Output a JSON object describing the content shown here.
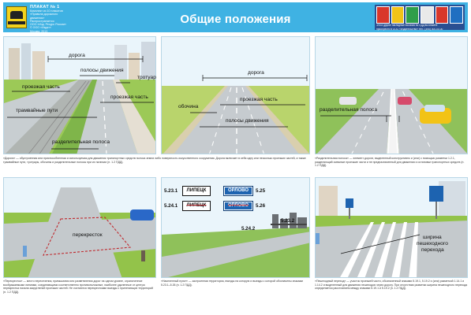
{
  "header": {
    "code": "ПЛАКАТ № 1",
    "info_lines": [
      "Комплект из 10 плакатов",
      "«Правила дорожного",
      "движения»",
      "Распространяется",
      "ООО «Изд. Ресурс России»",
      "© ООО «Издат»",
      "Москва, 2013"
    ],
    "title": "Общие положения",
    "catalog_blurb": [
      "Эти и другие наглядные пособия по ПДД вы можете",
      "приобрести в ООО «Издательство» тел.: (495) 000-00-00"
    ]
  },
  "panels": {
    "p1": {
      "labels": {
        "road": "дорога",
        "lanes": "полосы движения",
        "sidewalk": "тротуар",
        "carriageway_left": "проезжая часть",
        "carriageway_right": "проезжая часть",
        "tram": "трамвайные пути",
        "divider": "разделительная полоса"
      },
      "caption": "«Дорога» — обустроенная или приспособленная и используемая для движения транспортных средств полоса земли либо поверхность искусственного сооружения. Дорога включает в себя одну или несколько проезжих частей, а также трамвайные пути, тротуары, обочины и разделительные полосы при их наличии (п. 1.2 ПДД)."
    },
    "p2": {
      "labels": {
        "road": "дорога",
        "shoulder": "обочина",
        "carriageway": "проезжая часть",
        "lanes": "полосы движения"
      }
    },
    "p3": {
      "labels": {
        "divider": "разделительная полоса"
      },
      "caption": "«Разделительная полоса» — элемент дороги, выделенный конструктивно и (или) с помощью разметки 1.2.1, разделяющий смежные проезжие части и не предназначенный для движения и остановки транспортных средств (п. 1.2 ПДД)."
    },
    "p4": {
      "labels": {
        "intersection": "перекресток"
      },
      "caption": "«Перекресток» — место пересечения, примыкания или разветвления дорог на одном уровне, ограниченное воображаемыми линиями, соединяющими соответственно противоположные, наиболее удаленные от центра перекрестка начала закруглений проезжих частей. Не считаются перекрестками выезды с прилегающих территорий (п. 1.2 ПДД)."
    },
    "p5": {
      "signs": {
        "s1_num": "5.23.1",
        "s1_text": "ЛИПЕЦК",
        "s2_num": "5.25",
        "s2_text": "ОРЛОВО",
        "s3_num": "5.24.1",
        "s3_text": "ЛИПЕЦК",
        "s4_num": "5.26",
        "s4_text": "ОРЛОВО",
        "s5_num": "5.23.2",
        "s6_num": "5.24.2"
      },
      "caption": "«Населенный пункт» — застроенная территория, въезды на которую и выезды с которой обозначены знаками 5.23.1–5.26 (п. 1.2 ПДД)."
    },
    "p6": {
      "labels": {
        "width_1": "ширина",
        "width_2": "пешеходного",
        "width_3": "перехода"
      },
      "caption": "«Пешеходный переход» — участок проезжей части, обозначенный знаками 5.19.1, 5.19.2 и (или) разметкой 1.14.1 и 1.14.2 и выделенный для движения пешеходов через дорогу. При отсутствии разметки ширина пешеходного перехода определяется расстоянием между знаками 5.19.1 и 5.19.2 (п. 1.2 ПДД)."
    }
  },
  "colors": {
    "header_blue": "#3fb2e3",
    "sign_blue": "#1d63b0",
    "asphalt": "#c7cccf",
    "grass": "#93c34a",
    "sky": "#e8f4fb"
  }
}
